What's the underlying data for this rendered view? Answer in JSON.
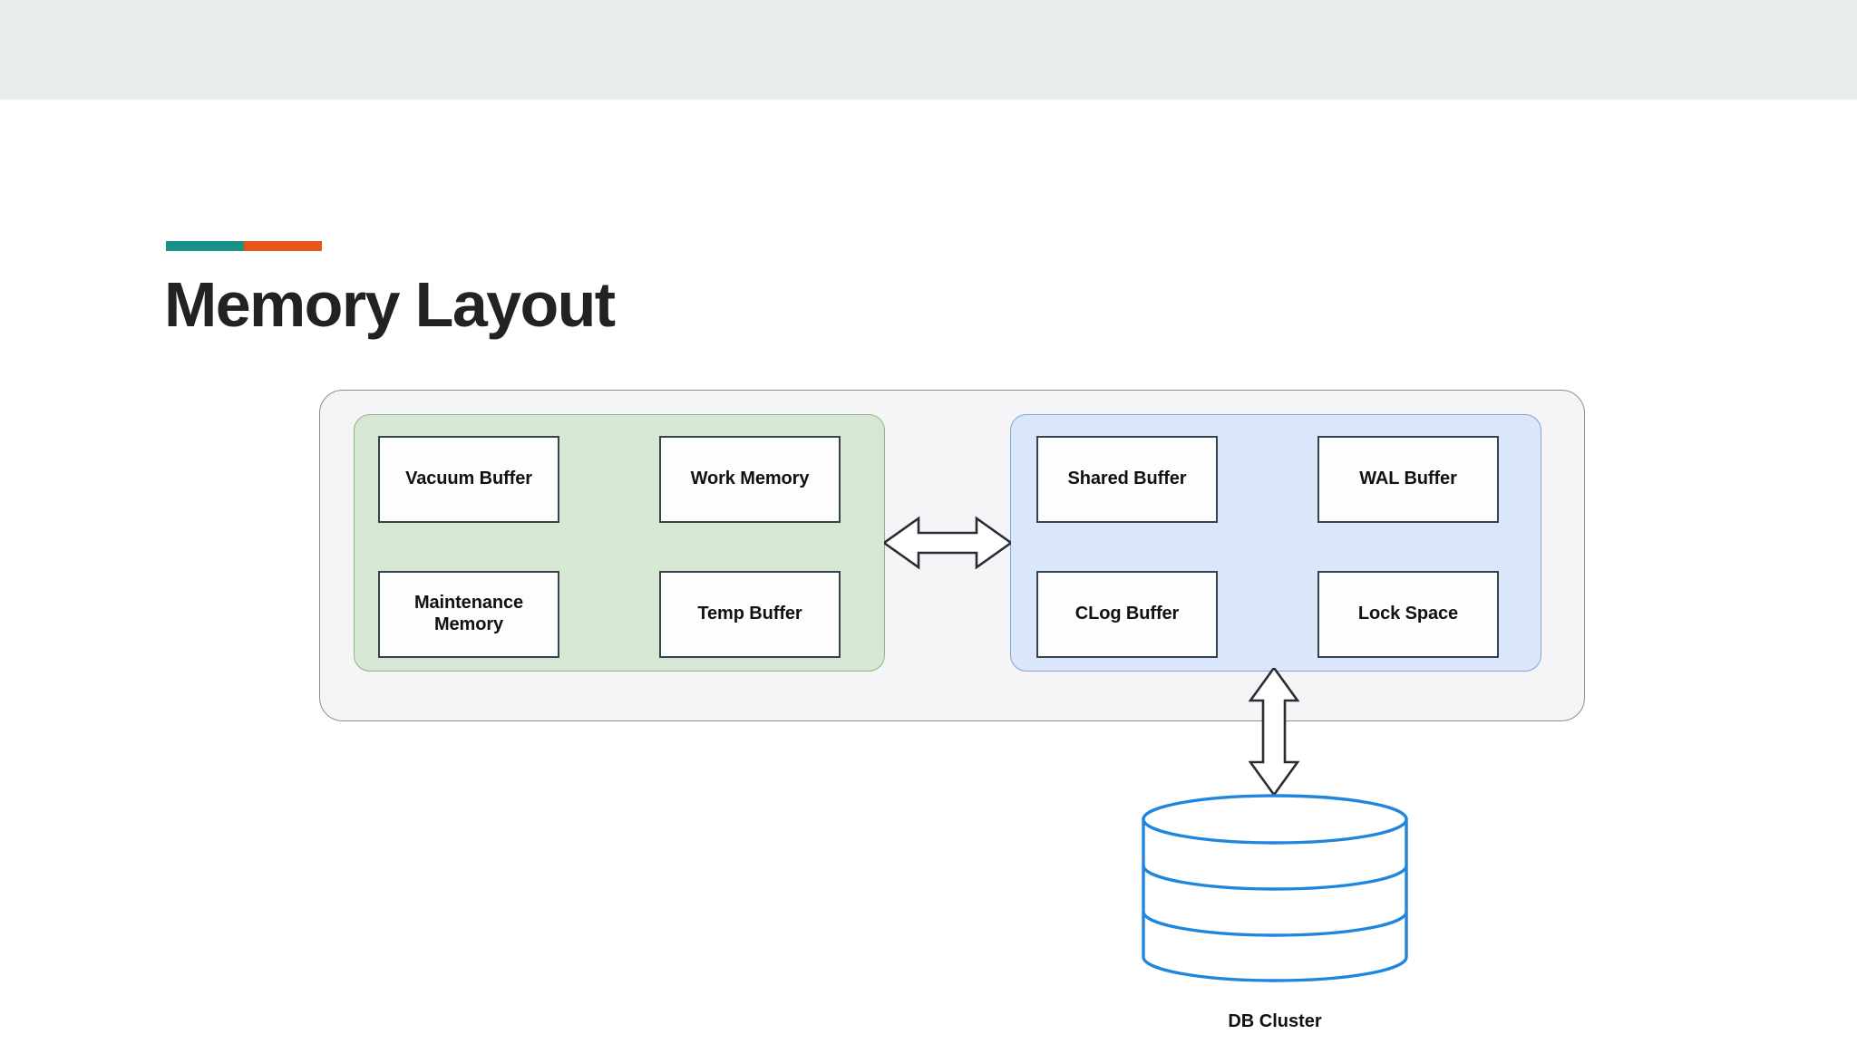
{
  "slide": {
    "title": "Memory Layout",
    "accent_colors": {
      "teal": "#1a9188",
      "orange": "#e8541a"
    },
    "top_band_color": "#e8eceb",
    "background_color": "#ffffff"
  },
  "diagram": {
    "outer_container": {
      "name": "Memory Layout Container",
      "fill": "#f5f4f6",
      "stroke": "#8d8d93"
    },
    "groups": [
      {
        "id": "local-memory",
        "fill": "#d6e8d3",
        "stroke": "#8fb57f",
        "cells": [
          {
            "label": "Vacuum Buffer"
          },
          {
            "label": "Work Memory"
          },
          {
            "label": "Maintenance\nMemory",
            "line1": "Maintenance",
            "line2": "Memory"
          },
          {
            "label": "Temp Buffer"
          }
        ]
      },
      {
        "id": "shared-memory",
        "fill": "#dae7fb",
        "stroke": "#7fa3d6",
        "cells": [
          {
            "label": "Shared Buffer"
          },
          {
            "label": "WAL Buffer"
          },
          {
            "label": "CLog Buffer"
          },
          {
            "label": "Lock Space"
          }
        ]
      }
    ],
    "connectors": [
      {
        "id": "groups-link",
        "icon": "double-headed-horizontal-arrow",
        "direction": "bidirectional",
        "orientation": "horizontal",
        "stroke": "#2b2b33",
        "fill": "#ffffff"
      },
      {
        "id": "shared-to-db-link",
        "icon": "double-headed-vertical-arrow",
        "direction": "bidirectional",
        "orientation": "vertical",
        "stroke": "#2b2b33",
        "fill": "#ffffff"
      }
    ],
    "database": {
      "label": "DB Cluster",
      "icon": "database-cylinder-icon",
      "stroke": "#1f86dd",
      "fill": "#ffffff",
      "layers": 3
    }
  }
}
